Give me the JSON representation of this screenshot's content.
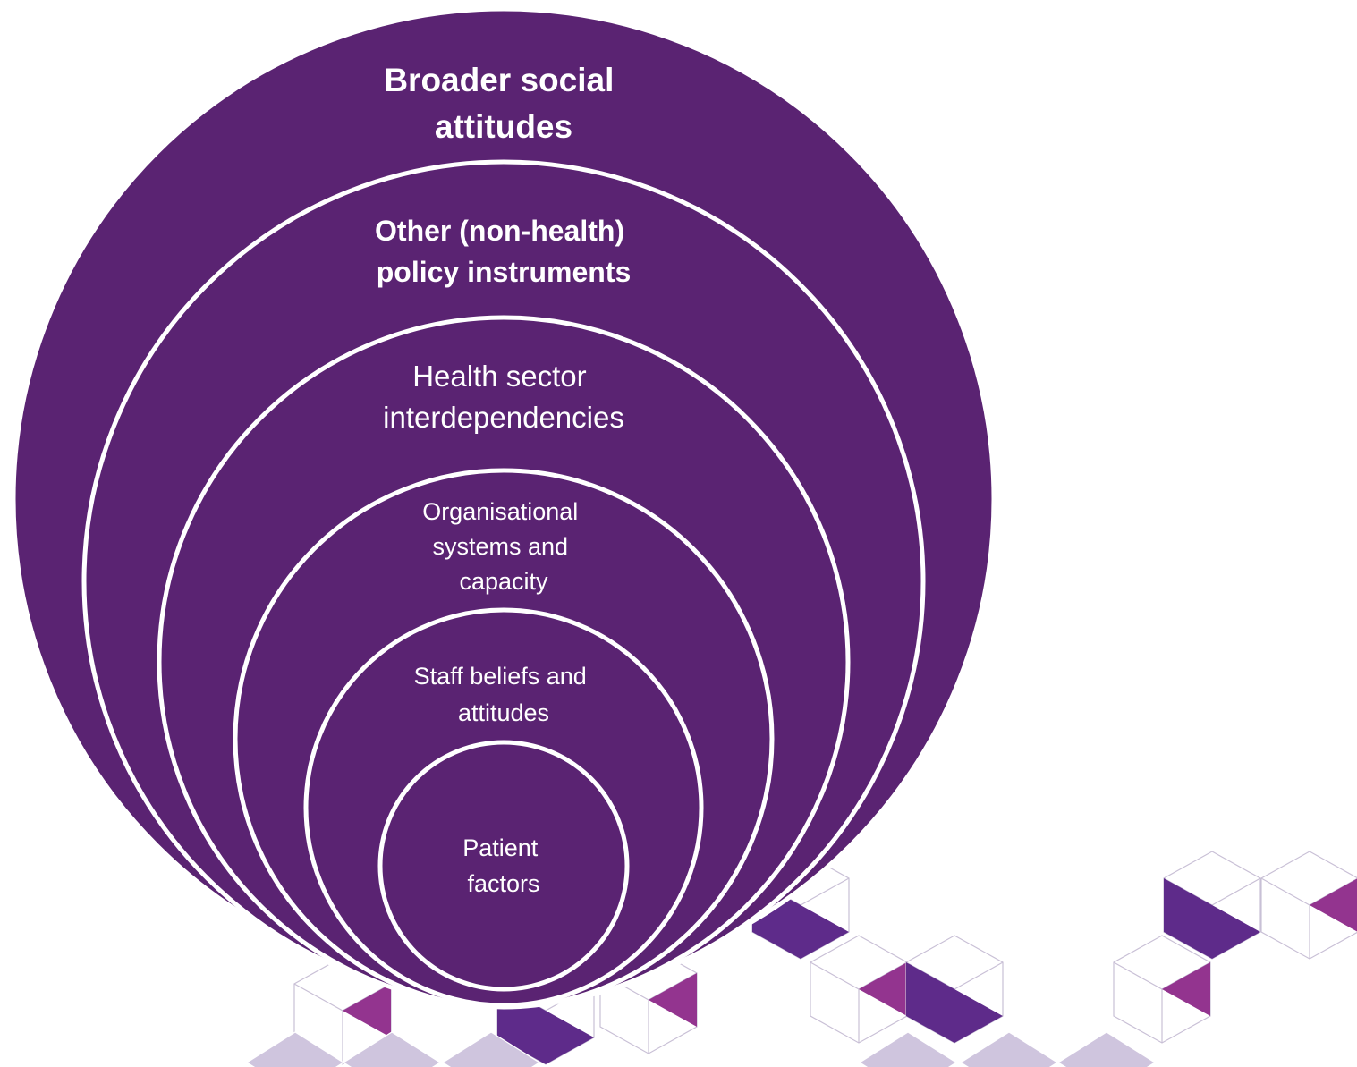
{
  "colors": {
    "ring_fill": "#5a2372",
    "ring_stroke": "#ffffff",
    "cube_dark": "#5e2b8a",
    "cube_magenta": "#93348f",
    "cube_light": "#cfc5de",
    "cube_outline": "#c9c0d6"
  },
  "rings": [
    {
      "id": "broader-social-attitudes",
      "lines": [
        "Broader social",
        "attitudes"
      ],
      "bold": true
    },
    {
      "id": "other-policy-instruments",
      "lines": [
        "Other (non-health)",
        "policy instruments"
      ],
      "bold": true
    },
    {
      "id": "health-sector-interdependencies",
      "lines": [
        "Health sector",
        "interdependencies"
      ],
      "bold": false
    },
    {
      "id": "organisational-systems",
      "lines": [
        "Organisational",
        "systems and",
        "capacity"
      ],
      "bold": false
    },
    {
      "id": "staff-beliefs",
      "lines": [
        "Staff beliefs and",
        "attitudes"
      ],
      "bold": false
    },
    {
      "id": "patient-factors",
      "lines": [
        "Patient",
        "factors"
      ],
      "bold": false
    }
  ]
}
